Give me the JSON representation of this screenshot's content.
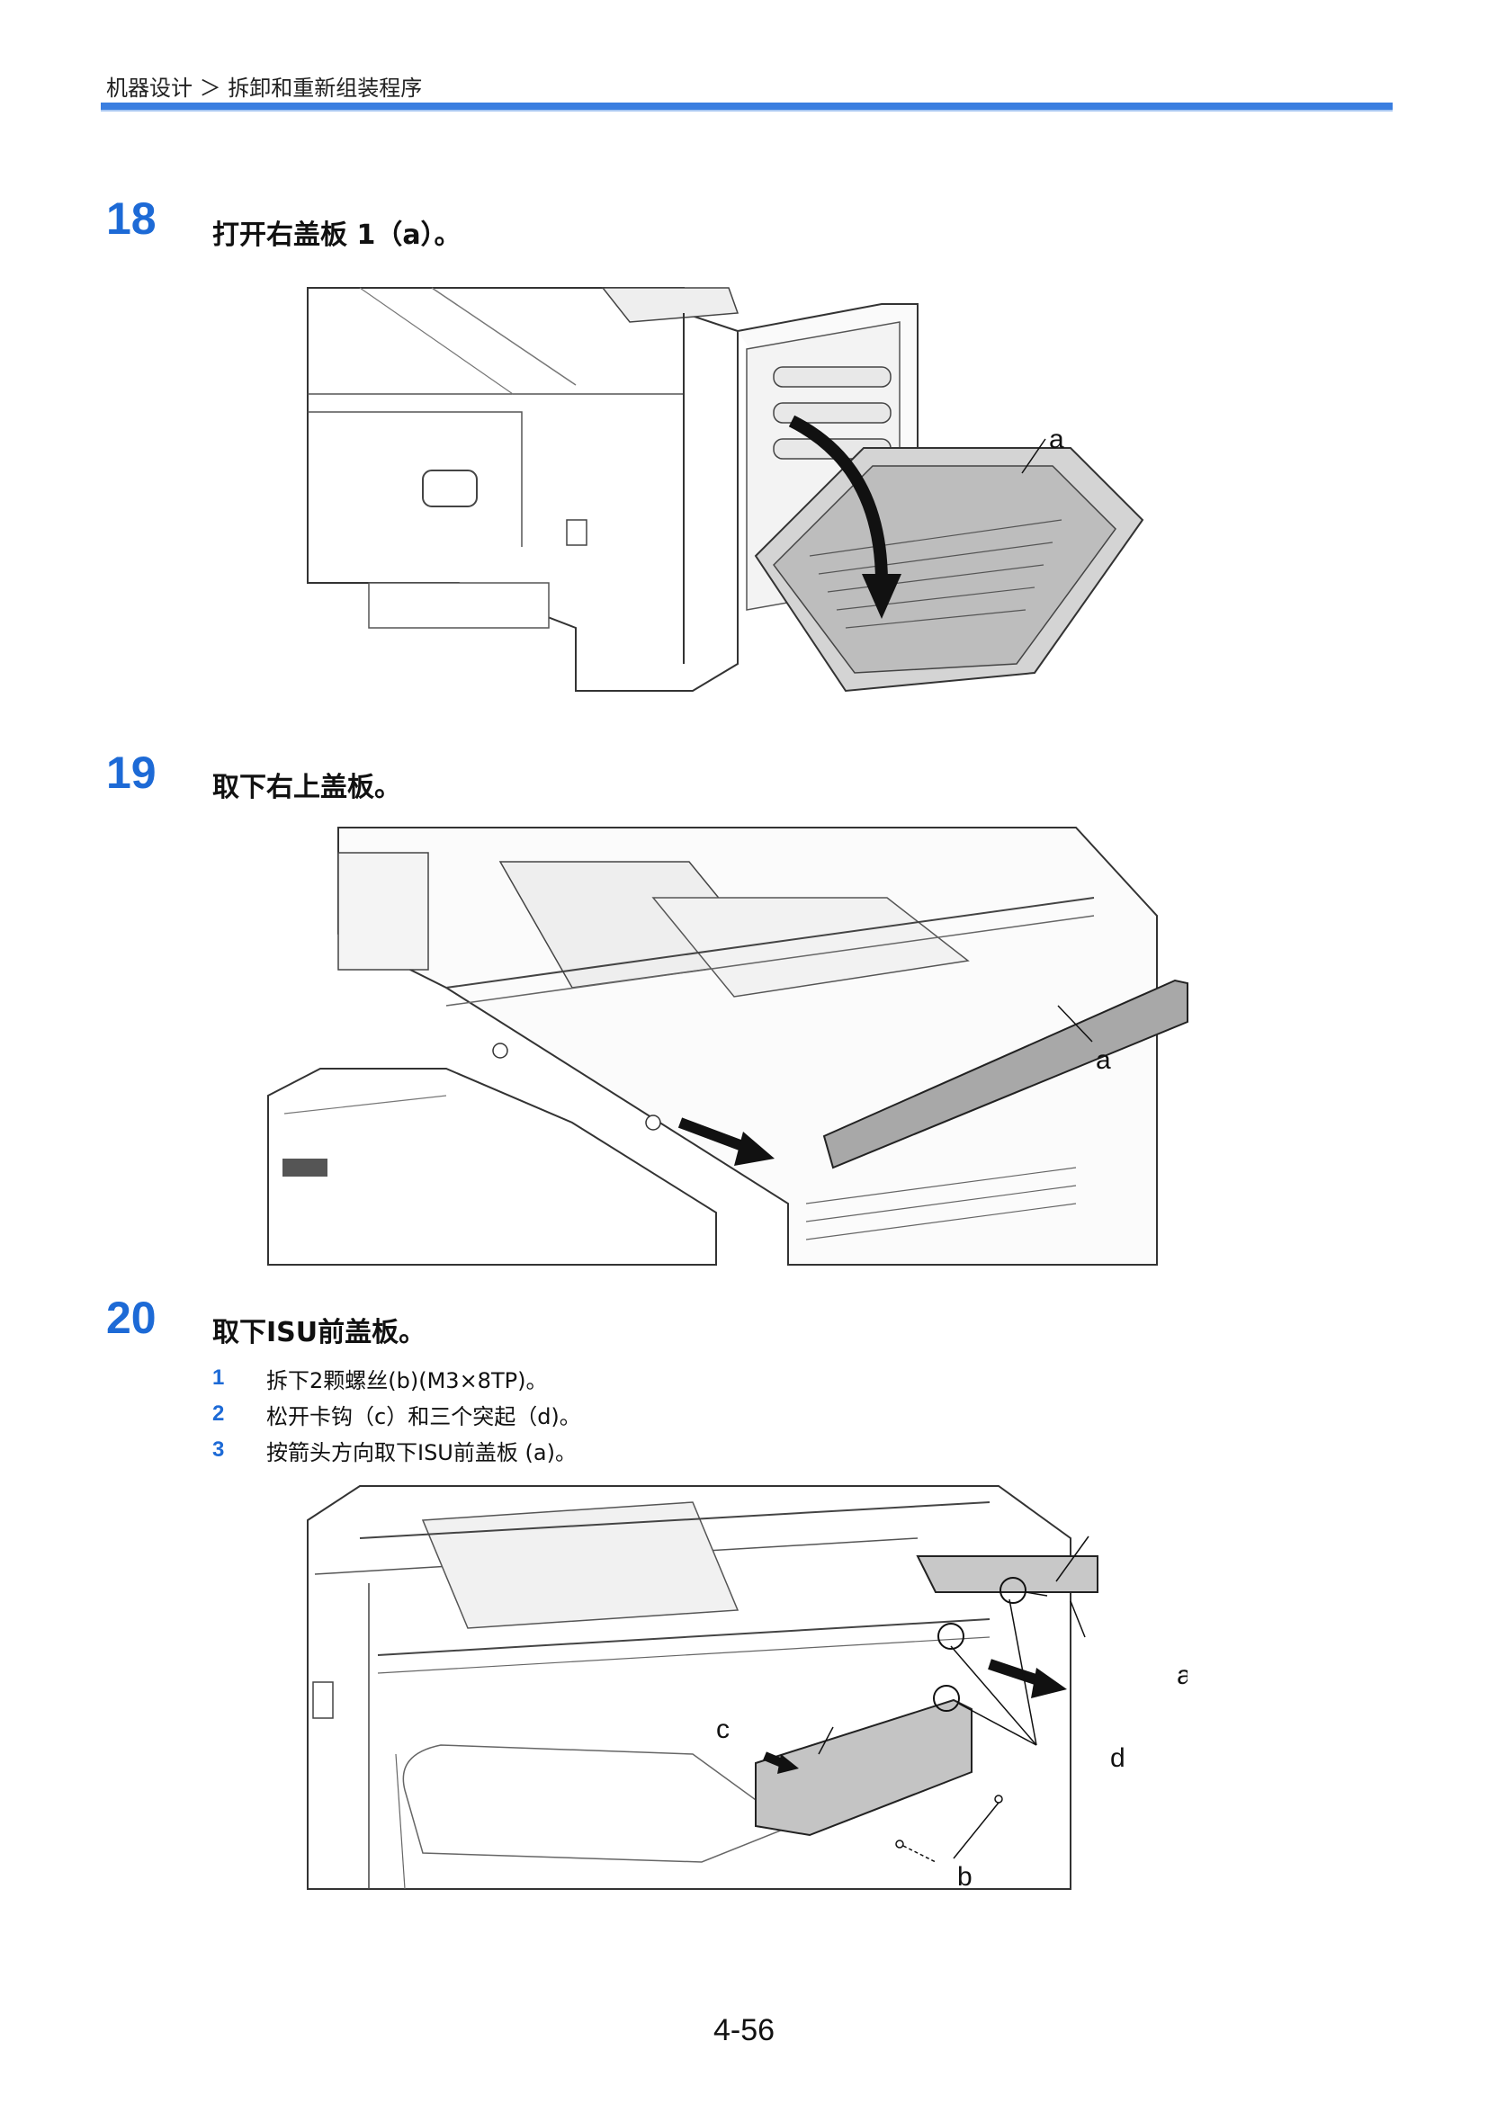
{
  "header": {
    "breadcrumb": "机器设计 ＞ 拆卸和重新组装程序"
  },
  "steps": [
    {
      "number": "18",
      "title": "打开右盖板 1（a）。",
      "callouts": [
        "a"
      ]
    },
    {
      "number": "19",
      "title": "取下右上盖板。",
      "callouts": [
        "a"
      ]
    },
    {
      "number": "20",
      "title": "取下ISU前盖板。",
      "substeps": [
        {
          "number": "1",
          "text": "拆下2颗螺丝(b)(M3×8TP)。"
        },
        {
          "number": "2",
          "text": "松开卡钩（c）和三个突起（d)。"
        },
        {
          "number": "3",
          "text": "按箭头方向取下ISU前盖板 (a)。"
        }
      ],
      "callouts": [
        "a",
        "b",
        "c",
        "d"
      ]
    }
  ],
  "footer": {
    "page_number": "4-56"
  },
  "colors": {
    "accent": "#1d6ad6",
    "rule": "#3a7ee0"
  }
}
